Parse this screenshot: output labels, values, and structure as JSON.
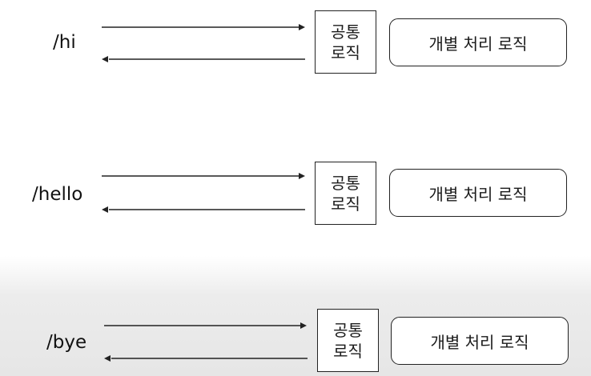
{
  "rows": [
    {
      "route": "/hi",
      "common_line1": "공통",
      "common_line2": "로직",
      "logic": "개별 처리 로직"
    },
    {
      "route": "/hello",
      "common_line1": "공통",
      "common_line2": "로직",
      "logic": "개별 처리 로직"
    },
    {
      "route": "/bye",
      "common_line1": "공통",
      "common_line2": "로직",
      "logic": "개별 처리 로직"
    }
  ],
  "colors": {
    "stroke": "#222222",
    "background_top": "#ffffff",
    "background_bottom": "#e6e6e6"
  }
}
